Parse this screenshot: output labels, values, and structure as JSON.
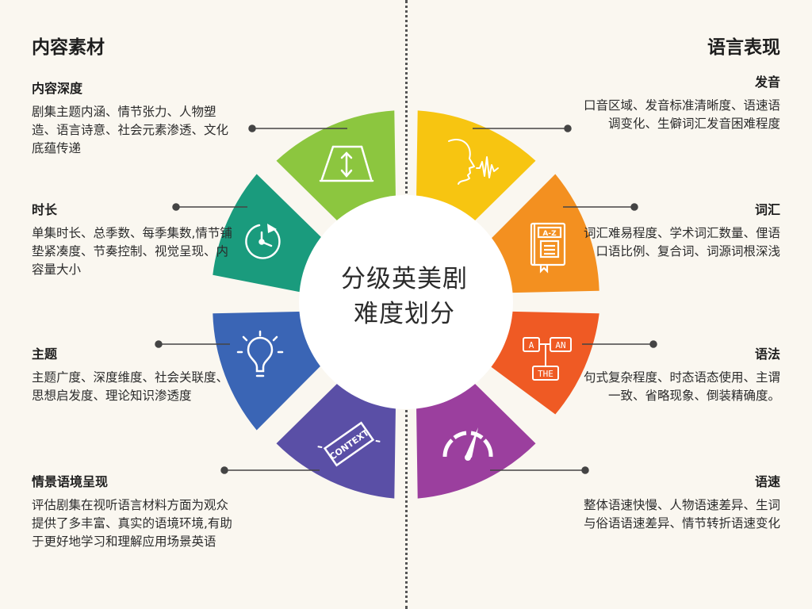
{
  "left_title": "内容素材",
  "right_title": "语言表现",
  "center": {
    "line1": "分级英美剧",
    "line2": "难度划分"
  },
  "left_items": [
    {
      "heading": "内容深度",
      "body": "剧集主题内涵、情节张力、人物塑造、语言诗意、社会元素渗透、文化底蕴传递",
      "color": "#8cc63f",
      "icon": "depth-icon"
    },
    {
      "heading": "时长",
      "body": "单集时长、总季数、每季集数,情节铺垫紧凑度、节奏控制、视觉呈现、内容量大小",
      "color": "#1a9b7d",
      "icon": "timer-icon"
    },
    {
      "heading": "主题",
      "body": "主题广度、深度维度、社会关联度、思想启发度、理论知识渗透度",
      "color": "#3a65b5",
      "icon": "lightbulb-icon"
    },
    {
      "heading": "情景语境呈现",
      "body": "评估剧集在视听语言材料方面为观众提供了多丰富、真实的语境环境,有助于更好地学习和理解应用场景英语",
      "color": "#5a4fa6",
      "icon": "context-stamp-icon"
    }
  ],
  "right_items": [
    {
      "heading": "发音",
      "body": "口音区域、发音标准清晰度、语速语调变化、生僻词汇发音困难程度",
      "color": "#f7c511",
      "icon": "speaking-head-icon"
    },
    {
      "heading": "词汇",
      "body": "词汇难易程度、学术词汇数量、俚语口语比例、复合词、词源词根深浅",
      "color": "#f39020",
      "icon": "dictionary-icon"
    },
    {
      "heading": "语法",
      "body": "句式复杂程度、时态语态使用、主谓一致、省略现象、倒装精确度。",
      "color": "#ef5a24",
      "icon": "grammar-icon"
    },
    {
      "heading": "语速",
      "body": "整体语速快慢、人物语速差异、生词与俗语语速差异、情节转折语速变化",
      "color": "#9b3f9e",
      "icon": "speedometer-icon"
    }
  ],
  "icon_text": {
    "dictionary": "A-Z",
    "grammar_a": "A",
    "grammar_an": "AN",
    "grammar_the": "THE",
    "context": "CONTEXT"
  }
}
